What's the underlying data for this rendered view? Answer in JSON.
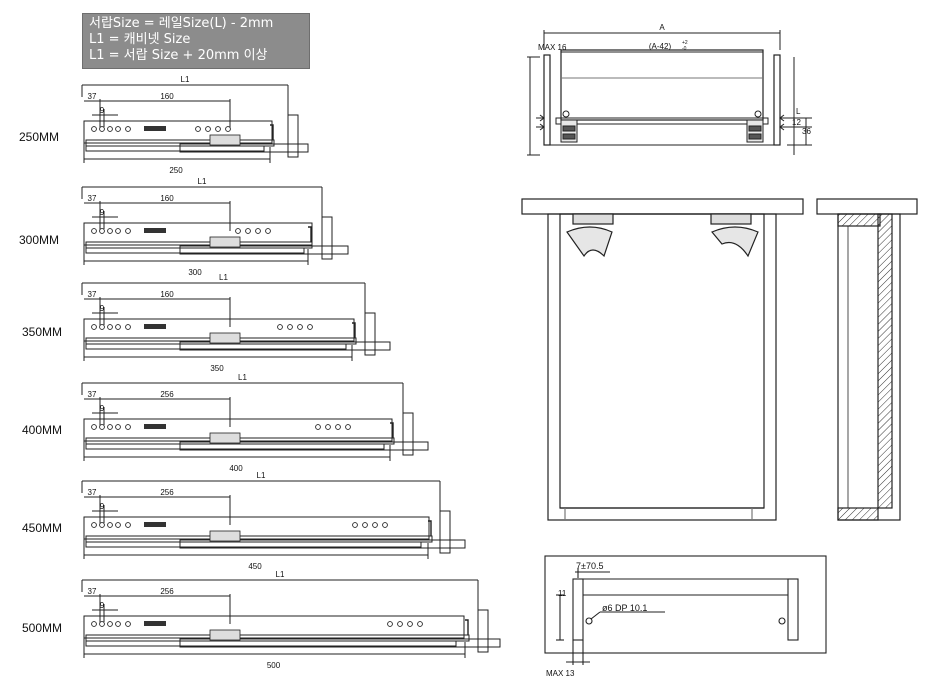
{
  "formula": {
    "line1": "서랍Size = 레일Size(L) - 2mm",
    "line2": "L1 = 캐비넷 Size",
    "line3": "L1 = 서랍 Size +  20mm 이상"
  },
  "rail_variants": [
    {
      "size_label": "250MM",
      "L1": "L1",
      "offset": "37",
      "pitch": "160",
      "hole": "9",
      "length": "250"
    },
    {
      "size_label": "300MM",
      "L1": "L1",
      "offset": "37",
      "pitch": "160",
      "hole": "9",
      "length": "300"
    },
    {
      "size_label": "350MM",
      "L1": "L1",
      "offset": "37",
      "pitch": "160",
      "hole": "9",
      "length": "350"
    },
    {
      "size_label": "400MM",
      "L1": "L1",
      "offset": "37",
      "pitch": "256",
      "hole": "9",
      "length": "400"
    },
    {
      "size_label": "450MM",
      "L1": "L1",
      "offset": "37",
      "pitch": "256",
      "hole": "9",
      "length": "450"
    },
    {
      "size_label": "500MM",
      "L1": "L1",
      "offset": "37",
      "pitch": "256",
      "hole": "9",
      "length": "500"
    }
  ],
  "front_view": {
    "A": "A",
    "max": "MAX 16",
    "inner": "(A-42)",
    "tol_plus": "+2",
    "tol_minus": "-0",
    "dim_L": "L",
    "dim_12": "12",
    "dim_36": "36"
  },
  "bottom_detail": {
    "dim1": "7±70.5",
    "dim2": "ø6 DP 10.1",
    "dim3": "11",
    "max": "MAX 13"
  }
}
